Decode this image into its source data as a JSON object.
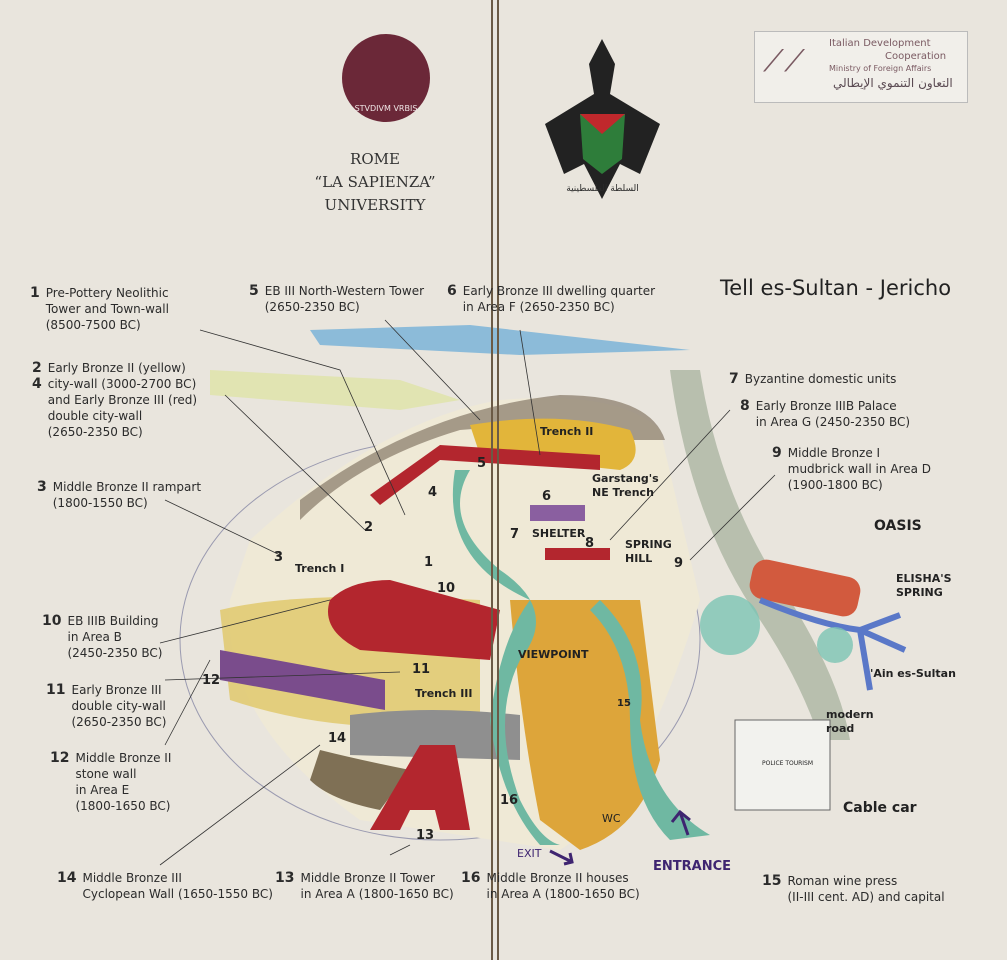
{
  "header": {
    "university_seal_text": "STVDIVM VRBIS",
    "university": "ROME\n“LA SAPIENZA”\nUNIVERSITY",
    "emblem_text": "السلطة الفلسطينية",
    "sponsor": {
      "line1": "Italian Development",
      "line2": "Cooperation",
      "line3": "Ministry of Foreign Affairs",
      "arabic": "التعاون التنموي الإيطالي"
    },
    "title": "Tell es-Sultan - Jericho"
  },
  "legend": [
    {
      "num": "1",
      "text": "Pre-Pottery Neolithic\nTower and Town-wall\n(8500-7500 BC)"
    },
    {
      "num": "2\n4",
      "text": "Early Bronze II (yellow)\ncity-wall (3000-2700 BC)\nand Early Bronze III (red)\ndouble city-wall\n(2650-2350 BC)"
    },
    {
      "num": "3",
      "text": "Middle Bronze II rampart\n(1800-1550 BC)"
    },
    {
      "num": "5",
      "text": "EB III North-Western Tower\n(2650-2350 BC)"
    },
    {
      "num": "6",
      "text": "Early Bronze III dwelling quarter\nin Area F (2650-2350 BC)"
    },
    {
      "num": "7",
      "text": "Byzantine domestic units"
    },
    {
      "num": "8",
      "text": "Early Bronze IIIB Palace\nin Area G (2450-2350 BC)"
    },
    {
      "num": "9",
      "text": "Middle Bronze I\nmudbrick wall in Area D\n(1900-1800 BC)"
    },
    {
      "num": "10",
      "text": "EB IIIB Building\nin Area B\n(2450-2350 BC)"
    },
    {
      "num": "11",
      "text": "Early Bronze III\ndouble city-wall\n(2650-2350 BC)"
    },
    {
      "num": "12",
      "text": "Middle Bronze II\nstone wall\nin Area E\n(1800-1650 BC)"
    },
    {
      "num": "14",
      "text": "Middle Bronze III\nCyclopean Wall (1650-1550 BC)"
    },
    {
      "num": "13",
      "text": "Middle Bronze II Tower\nin Area A (1800-1650 BC)"
    },
    {
      "num": "16",
      "text": "Middle Bronze II houses\nin Area A (1800-1650 BC)"
    },
    {
      "num": "15",
      "text": "Roman wine press\n(II-III cent. AD) and capital"
    }
  ],
  "map_labels": {
    "trench1": "Trench I",
    "trench2": "Trench II",
    "trench3": "Trench III",
    "garstang": "Garstang's\nNE Trench",
    "shelter": "SHELTER",
    "spring_hill": "SPRING\nHILL",
    "viewpoint": "VIEWPOINT",
    "wc": "WC",
    "exit": "EXIT",
    "entrance": "ENTRANCE",
    "oasis": "OASIS",
    "elisha": "ELISHA'S\nSPRING",
    "ain": "'Ain es-Sultan",
    "road": "modern\nroad",
    "cable_car": "Cable car",
    "police": "POLICE TOURISM"
  },
  "map_numbers": [
    "1",
    "2",
    "3",
    "4",
    "5",
    "6",
    "7",
    "8",
    "9",
    "10",
    "11",
    "12",
    "13",
    "14",
    "15",
    "16"
  ],
  "colors": {
    "background": "#e9e5dd",
    "red": "#b3262e",
    "yellow": "#e2b53a",
    "teal": "#6fb8a2",
    "purple": "#3e2470",
    "blue": "#5a78c8"
  }
}
